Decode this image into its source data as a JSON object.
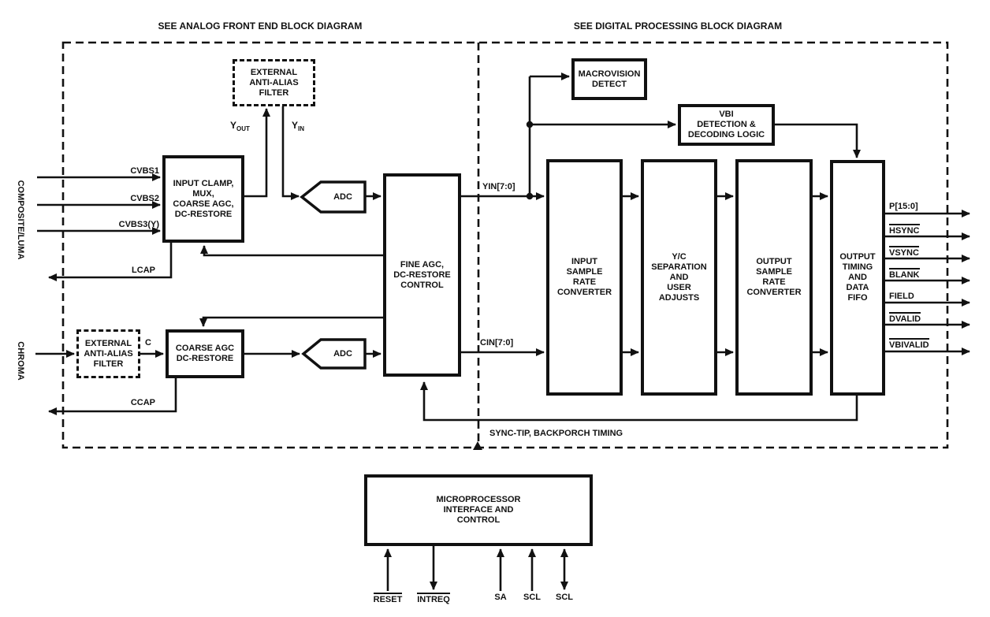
{
  "diagram": {
    "titles": {
      "analog": "SEE ANALOG FRONT END BLOCK DIAGRAM",
      "digital": "SEE DIGITAL PROCESSING BLOCK DIAGRAM"
    },
    "side_labels": {
      "composite_luma": "COMPOSITE/LUMA",
      "chroma": "CHROMA"
    },
    "blocks": {
      "input_clamp": "INPUT CLAMP,\nMUX,\nCOARSE AGC,\nDC-RESTORE",
      "ext_filter_luma": "EXTERNAL\nANTI-ALIAS\nFILTER",
      "ext_filter_chroma": "EXTERNAL\nANTI-ALIAS\nFILTER",
      "adc_luma": "ADC",
      "adc_chroma": "ADC",
      "fine_agc": "FINE AGC,\nDC-RESTORE\nCONTROL",
      "coarse_agc": "COARSE AGC\nDC-RESTORE",
      "macrovision": "MACROVISION\nDETECT",
      "vbi": "VBI\nDETECTION &\nDECODING LOGIC",
      "input_src": "INPUT\nSAMPLE\nRATE\nCONVERTER",
      "yc_sep": "Y/C\nSEPARATION\nAND\nUSER\nADJUSTS",
      "output_src": "OUTPUT\nSAMPLE\nRATE\nCONVERTER",
      "fifo": "OUTPUT\nTIMING\nAND\nDATA\nFIFO",
      "micro": "MICROPROCESSOR\nINTERFACE AND\nCONTROL"
    },
    "signals": {
      "cvbs1": "CVBS1",
      "cvbs2": "CVBS2",
      "cvbs3": "CVBS3(Y)",
      "lcap": "LCAP",
      "ccap": "CCAP",
      "c": "C",
      "y_out": {
        "base": "Y",
        "sub": "OUT"
      },
      "y_in": {
        "base": "Y",
        "sub": "IN"
      },
      "yin_bus": "YIN[7:0]",
      "cin_bus": "CIN[7:0]",
      "sync_tip": "SYNC-TIP, BACKPORCH TIMING"
    },
    "outputs": [
      {
        "label": "P[15:0]",
        "overline": false
      },
      {
        "label": "HSYNC",
        "overline": true
      },
      {
        "label": "VSYNC",
        "overline": true
      },
      {
        "label": "BLANK",
        "overline": true
      },
      {
        "label": "FIELD",
        "overline": false
      },
      {
        "label": "DVALID",
        "overline": true
      },
      {
        "label": "VBIVALID",
        "overline": true
      }
    ],
    "micro_pins": [
      {
        "label": "RESET",
        "overline": true,
        "dir": "in"
      },
      {
        "label": "INTREQ",
        "overline": true,
        "dir": "out"
      },
      {
        "label": "SA",
        "overline": false,
        "dir": "in"
      },
      {
        "label": "SCL",
        "overline": false,
        "dir": "in"
      },
      {
        "label": "SCL",
        "overline": false,
        "dir": "bidir"
      }
    ],
    "colors": {
      "ink": "#111111",
      "background": "#ffffff"
    }
  }
}
